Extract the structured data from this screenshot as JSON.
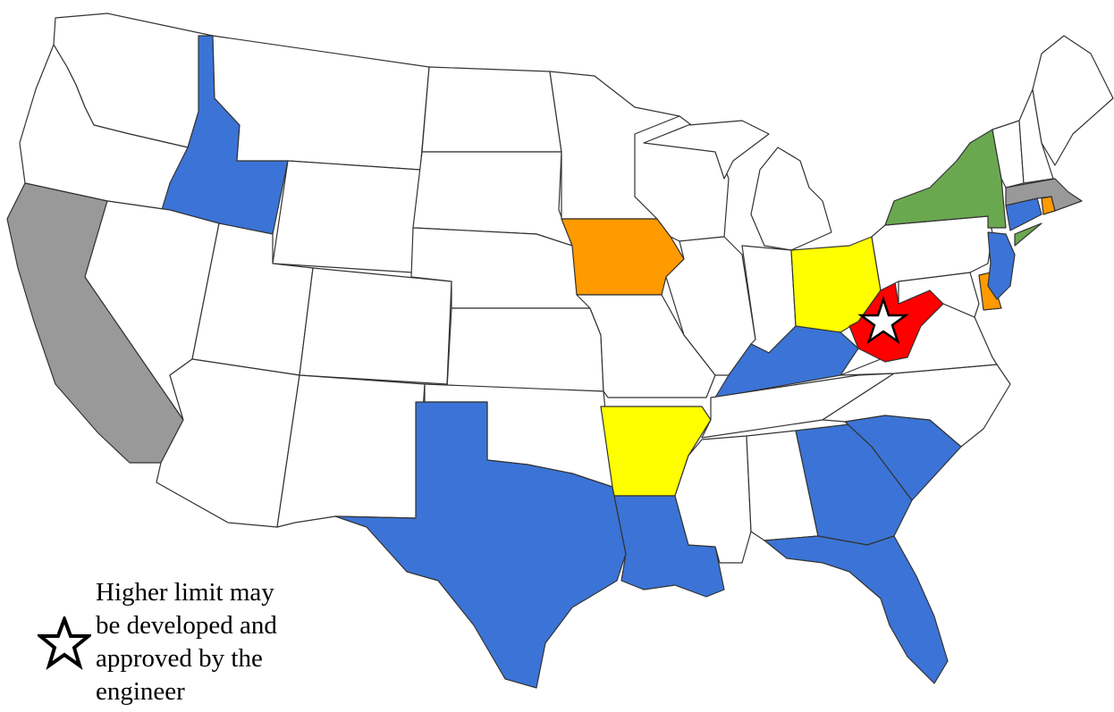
{
  "legend": {
    "star_text": "Higher limit may\nbe developed and\napproved by the\nengineer"
  },
  "colors": {
    "none": "#ffffff",
    "blue": "#3b74d6",
    "gray": "#999999",
    "orange": "#ff9a00",
    "yellow": "#ffff00",
    "green": "#6aa84f",
    "red": "#ff0000"
  },
  "states": [
    {
      "id": "WA",
      "color": "none"
    },
    {
      "id": "OR",
      "color": "none"
    },
    {
      "id": "CA",
      "color": "gray"
    },
    {
      "id": "ID",
      "color": "blue"
    },
    {
      "id": "NV",
      "color": "none"
    },
    {
      "id": "MT",
      "color": "none"
    },
    {
      "id": "WY",
      "color": "none"
    },
    {
      "id": "UT",
      "color": "none"
    },
    {
      "id": "AZ",
      "color": "none"
    },
    {
      "id": "CO",
      "color": "none"
    },
    {
      "id": "NM",
      "color": "none"
    },
    {
      "id": "ND",
      "color": "none"
    },
    {
      "id": "SD",
      "color": "none"
    },
    {
      "id": "NE",
      "color": "none"
    },
    {
      "id": "KS",
      "color": "none"
    },
    {
      "id": "OK",
      "color": "none"
    },
    {
      "id": "TX",
      "color": "blue"
    },
    {
      "id": "MN",
      "color": "none"
    },
    {
      "id": "IA",
      "color": "orange"
    },
    {
      "id": "MO",
      "color": "none"
    },
    {
      "id": "AR",
      "color": "yellow"
    },
    {
      "id": "LA",
      "color": "blue"
    },
    {
      "id": "WI",
      "color": "none"
    },
    {
      "id": "IL",
      "color": "none"
    },
    {
      "id": "MI",
      "color": "none"
    },
    {
      "id": "IN",
      "color": "none"
    },
    {
      "id": "OH",
      "color": "yellow"
    },
    {
      "id": "KY",
      "color": "blue"
    },
    {
      "id": "TN",
      "color": "none"
    },
    {
      "id": "MS",
      "color": "none"
    },
    {
      "id": "AL",
      "color": "none"
    },
    {
      "id": "GA",
      "color": "blue"
    },
    {
      "id": "FL",
      "color": "blue"
    },
    {
      "id": "SC",
      "color": "blue"
    },
    {
      "id": "NC",
      "color": "none"
    },
    {
      "id": "VA",
      "color": "none"
    },
    {
      "id": "WV",
      "color": "red",
      "star": true
    },
    {
      "id": "MD",
      "color": "none"
    },
    {
      "id": "DE",
      "color": "orange"
    },
    {
      "id": "PA",
      "color": "none"
    },
    {
      "id": "NJ",
      "color": "blue"
    },
    {
      "id": "NY",
      "color": "green"
    },
    {
      "id": "CT",
      "color": "blue"
    },
    {
      "id": "RI",
      "color": "orange"
    },
    {
      "id": "MA",
      "color": "gray"
    },
    {
      "id": "VT",
      "color": "none"
    },
    {
      "id": "NH",
      "color": "none"
    },
    {
      "id": "ME",
      "color": "none"
    }
  ]
}
